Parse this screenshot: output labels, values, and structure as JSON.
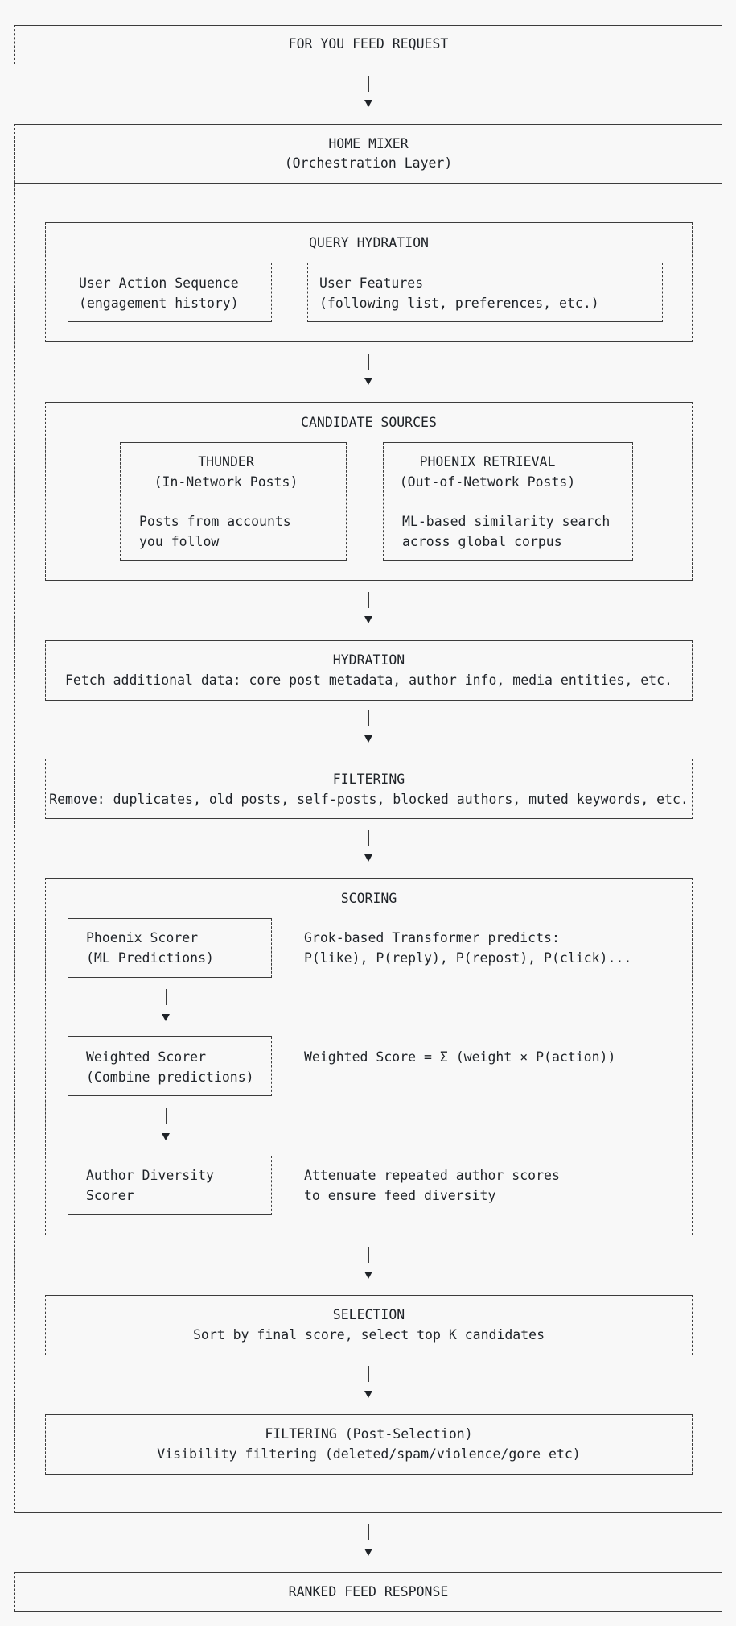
{
  "request": {
    "label": "FOR YOU FEED REQUEST"
  },
  "home_mixer": {
    "title": "HOME MIXER",
    "subtitle": "(Orchestration Layer)"
  },
  "query_hydration": {
    "title": "QUERY HYDRATION",
    "user_action": {
      "line1": "User Action Sequence",
      "line2": "(engagement history)"
    },
    "user_features": {
      "line1": "User Features",
      "line2": "(following list, preferences, etc.)"
    }
  },
  "candidate_sources": {
    "title": "CANDIDATE SOURCES",
    "thunder": {
      "title": "THUNDER",
      "subtitle": "(In-Network Posts)",
      "desc1": "Posts from accounts",
      "desc2": "you follow"
    },
    "phoenix_retrieval": {
      "title": "PHOENIX RETRIEVAL",
      "subtitle": "(Out-of-Network Posts)",
      "desc1": "ML-based similarity search",
      "desc2": "across global corpus"
    }
  },
  "hydration": {
    "title": "HYDRATION",
    "desc": "Fetch additional data: core post metadata, author info, media entities, etc."
  },
  "filtering": {
    "title": "FILTERING",
    "desc": "Remove: duplicates, old posts, self-posts, blocked authors, muted keywords, etc."
  },
  "scoring": {
    "title": "SCORING",
    "phoenix": {
      "line1": "Phoenix Scorer",
      "line2": "(ML Predictions)",
      "note1": "Grok-based Transformer predicts:",
      "note2": "P(like), P(reply), P(repost), P(click)..."
    },
    "weighted": {
      "line1": "Weighted Scorer",
      "line2": "(Combine predictions)",
      "note1": "Weighted Score = Σ (weight × P(action))"
    },
    "diversity": {
      "line1": "Author Diversity",
      "line2": "Scorer",
      "note1": "Attenuate repeated author scores",
      "note2": "to ensure feed diversity"
    }
  },
  "selection": {
    "title": "SELECTION",
    "desc": "Sort by final score, select top K candidates"
  },
  "post_filtering": {
    "title": "FILTERING (Post-Selection)",
    "desc": "Visibility filtering (deleted/spam/violence/gore etc)"
  },
  "response": {
    "label": "RANKED FEED RESPONSE"
  }
}
